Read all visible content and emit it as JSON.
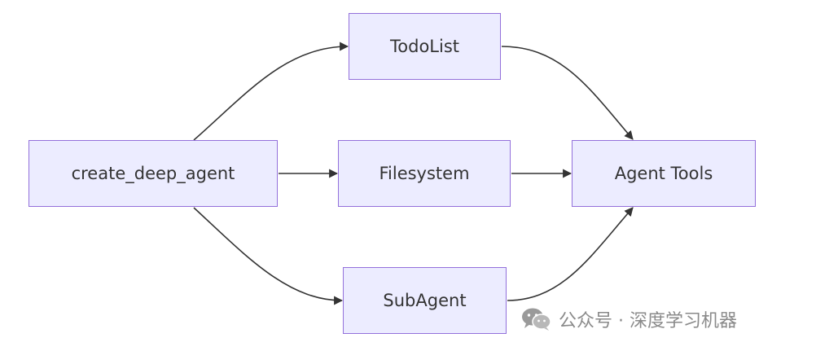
{
  "diagram": {
    "nodes": [
      {
        "id": "todolist",
        "label": "TodoList"
      },
      {
        "id": "create_deep_agent",
        "label": "create_deep_agent"
      },
      {
        "id": "filesystem",
        "label": "Filesystem"
      },
      {
        "id": "agent_tools",
        "label": "Agent Tools"
      },
      {
        "id": "subagent",
        "label": "SubAgent"
      }
    ],
    "edges": [
      {
        "from": "create_deep_agent",
        "to": "todolist"
      },
      {
        "from": "create_deep_agent",
        "to": "filesystem"
      },
      {
        "from": "create_deep_agent",
        "to": "subagent"
      },
      {
        "from": "todolist",
        "to": "agent_tools"
      },
      {
        "from": "filesystem",
        "to": "agent_tools"
      },
      {
        "from": "subagent",
        "to": "agent_tools"
      }
    ]
  },
  "watermark": {
    "icon": "wechat-icon",
    "text": "公众号 · 深度学习机器"
  },
  "colors": {
    "node_fill": "#ececff",
    "node_border": "#9370db",
    "edge": "#333333",
    "text": "#333333",
    "watermark": "#8a8a8a"
  }
}
